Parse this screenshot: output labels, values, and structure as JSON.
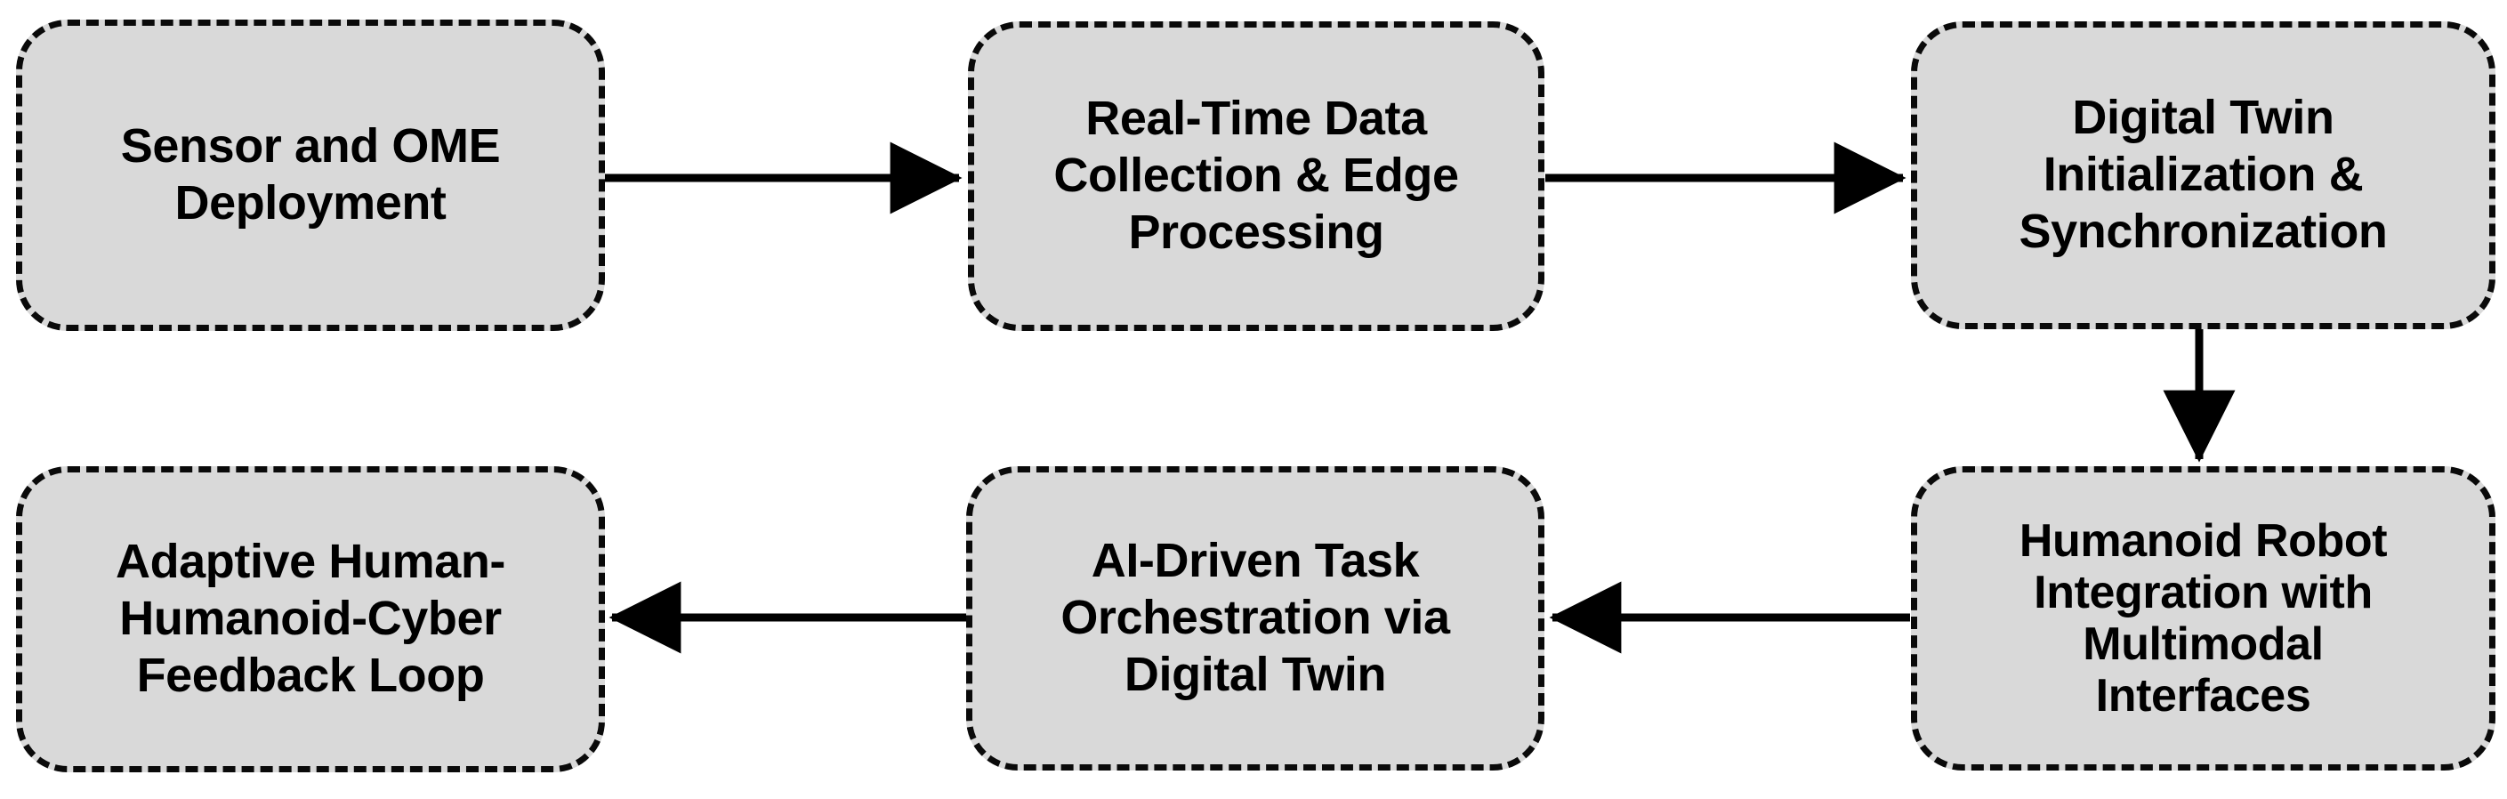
{
  "diagram": {
    "type": "flowchart",
    "title": "",
    "background_color": "#ffffff",
    "node_fill_color": "#d9d9d9",
    "node_border_color": "#000000",
    "node_border_style": "dashed",
    "edge_color": "#000000",
    "nodes": [
      {
        "id": "node-1",
        "label": "Sensor and OME\nDeployment",
        "lines": [
          "Sensor and OME",
          "Deployment"
        ],
        "order": 1
      },
      {
        "id": "node-2",
        "label": "Real-Time Data\nCollection & Edge\nProcessing",
        "lines": [
          "Real-Time Data",
          "Collection & Edge",
          "Processing"
        ],
        "order": 2
      },
      {
        "id": "node-3",
        "label": "Digital Twin\nInitialization &\nSynchronization",
        "lines": [
          "Digital Twin",
          "Initialization &",
          "Synchronization"
        ],
        "order": 3
      },
      {
        "id": "node-4",
        "label": "Humanoid Robot\nIntegration with\nMultimodal\nInterfaces",
        "lines": [
          "Humanoid Robot",
          "Integration with",
          "Multimodal",
          "Interfaces"
        ],
        "order": 4
      },
      {
        "id": "node-5",
        "label": "AI-Driven Task\nOrchestration via\nDigital Twin",
        "lines": [
          "AI-Driven Task",
          "Orchestration via",
          "Digital Twin"
        ],
        "order": 5
      },
      {
        "id": "node-6",
        "label": "Adaptive Human-\nHumanoid-Cyber\nFeedback Loop",
        "lines": [
          "Adaptive Human-",
          "Humanoid-Cyber",
          "Feedback Loop"
        ],
        "order": 6
      }
    ],
    "edges": [
      {
        "id": "edge-1",
        "from": "node-1",
        "to": "node-2",
        "direction": "right",
        "label": ""
      },
      {
        "id": "edge-2",
        "from": "node-2",
        "to": "node-3",
        "direction": "right",
        "label": ""
      },
      {
        "id": "edge-3",
        "from": "node-3",
        "to": "node-4",
        "direction": "down",
        "label": ""
      },
      {
        "id": "edge-4",
        "from": "node-4",
        "to": "node-5",
        "direction": "left",
        "label": ""
      },
      {
        "id": "edge-5",
        "from": "node-5",
        "to": "node-6",
        "direction": "left",
        "label": ""
      }
    ]
  }
}
